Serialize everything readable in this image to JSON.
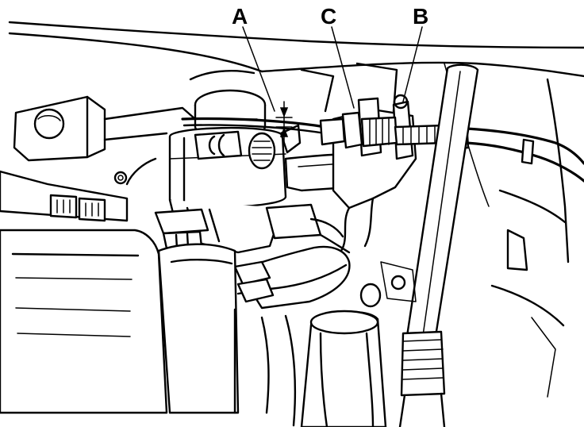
{
  "diagram": {
    "callouts": {
      "a": "A",
      "b": "B",
      "c": "C"
    }
  }
}
